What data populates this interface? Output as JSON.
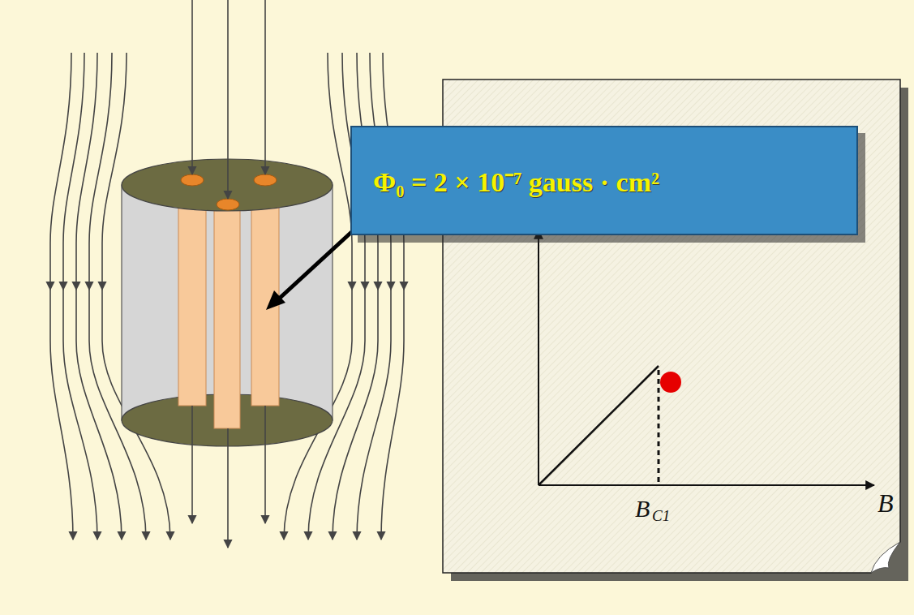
{
  "diagram": {
    "nodes": [
      {
        "text": [
          "Φ₀ = 2 × 10⁻⁷ gauss · cm²"
        ]
      }
    ],
    "labels": [
      "B",
      "C1",
      "B"
    ]
  }
}
